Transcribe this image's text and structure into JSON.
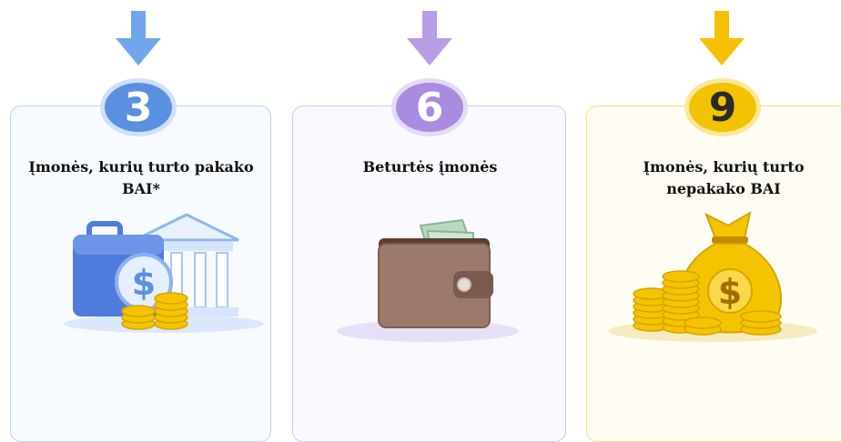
{
  "panels": [
    {
      "number": "3",
      "title": "Įmonės, kurių turto pakako BAI*",
      "colors": {
        "arrow": "#6fa6ec",
        "badge": "#5b8fe0",
        "card_border": "#b9d2f2",
        "card_bg": "#f7faff"
      },
      "icon": "briefcase-bank-coins"
    },
    {
      "number": "6",
      "title": "Beturtės įmonės",
      "colors": {
        "arrow": "#b79ee6",
        "badge": "#a98be0",
        "card_border": "#cfc6ee",
        "card_bg": "#faf9ff"
      },
      "icon": "wallet"
    },
    {
      "number": "9",
      "title": "Įmonės, kurių turto nepakako BAI",
      "colors": {
        "arrow": "#f6c000",
        "badge": "#f3c200",
        "card_border": "#f4dc86",
        "card_bg": "#fffdf3"
      },
      "icon": "money-bag-coins"
    }
  ]
}
